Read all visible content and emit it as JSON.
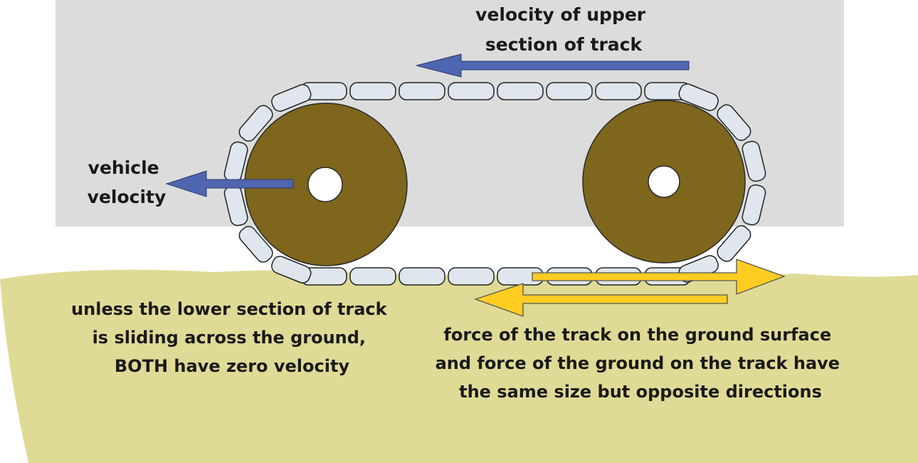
{
  "labels": {
    "upper_track_velocity": [
      "velocity of upper",
      "section of track"
    ],
    "vehicle_velocity": [
      "vehicle",
      "velocity"
    ],
    "lower_track_note": [
      "unless the lower section of track",
      "is sliding across the ground,",
      "BOTH have zero velocity"
    ],
    "force_pair_note": [
      "force of the track on the ground surface",
      "and force of the ground on the track have",
      "the same size but opposite directions"
    ]
  },
  "colors": {
    "ground": "#dfdb96",
    "vehicle_body": "#dcdcdc",
    "wheel": "#7e661c",
    "track_link": "#dfe6ee",
    "velocity_arrow": "#4f66b0",
    "force_arrow": "#ffcc22"
  }
}
